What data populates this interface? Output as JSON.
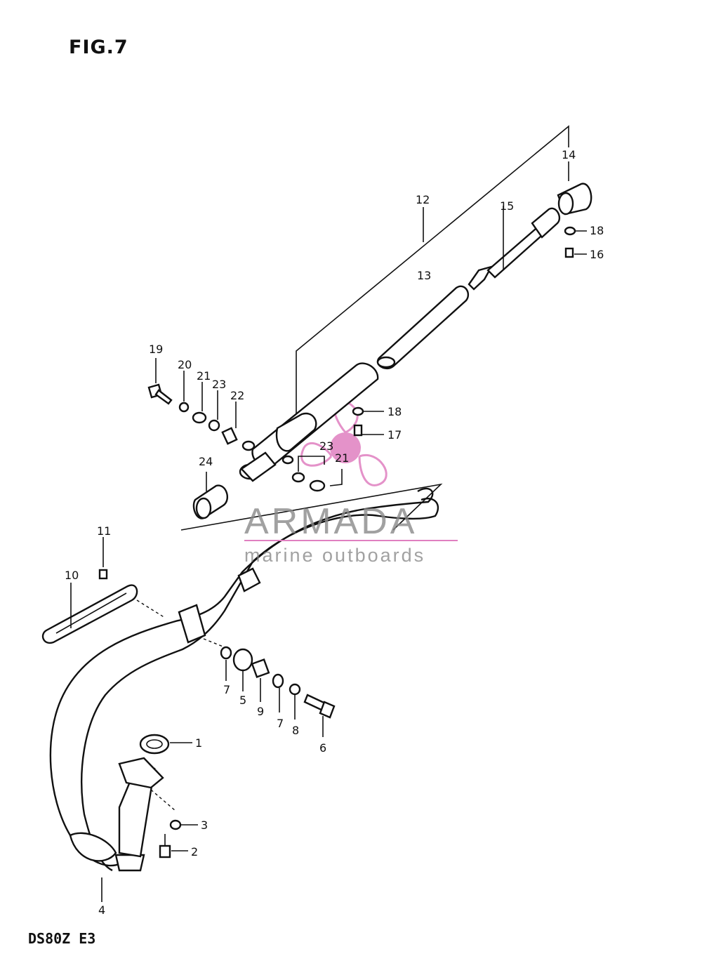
{
  "figure": {
    "title": "FIG.7",
    "model_code": "DS80Z E3"
  },
  "watermark": {
    "brand": "ARMADA",
    "tagline": "marine outboards",
    "colors": {
      "brand_text": "#8a8a8a",
      "logo_accent": "#e07fc0"
    }
  },
  "callouts": {
    "p1": "1",
    "p2": "2",
    "p3": "3",
    "p4": "4",
    "p5": "5",
    "p6": "6",
    "p7a": "7",
    "p7b": "7",
    "p8": "8",
    "p9": "9",
    "p10": "10",
    "p11": "11",
    "p12": "12",
    "p13": "13",
    "p14": "14",
    "p15": "15",
    "p16": "16",
    "p17": "17",
    "p18a": "18",
    "p18b": "18",
    "p19": "19",
    "p20": "20",
    "p21a": "21",
    "p21b": "21",
    "p22": "22",
    "p23a": "23",
    "p23b": "23",
    "p24": "24"
  }
}
